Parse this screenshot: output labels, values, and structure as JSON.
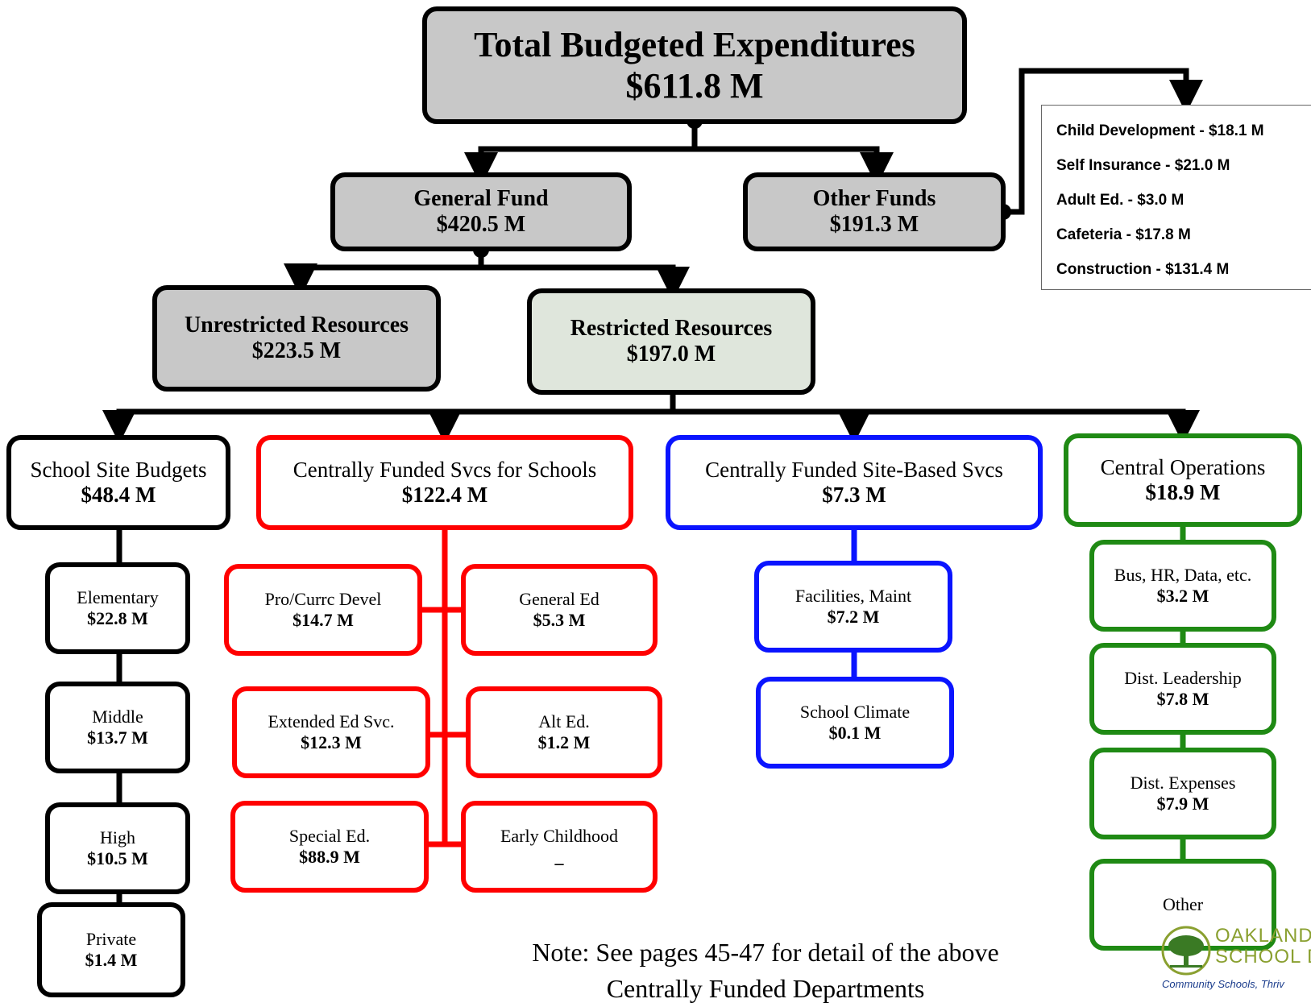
{
  "top": {
    "label": "Total Budgeted Expenditures",
    "amount": "$611.8 M"
  },
  "general_fund": {
    "label": "General Fund",
    "amount": "$420.5 M"
  },
  "other_funds": {
    "label": "Other Funds",
    "amount": "$191.3 M"
  },
  "other_funds_list": [
    "Child Development - $18.1 M",
    "Self Insurance - $21.0 M",
    "Adult Ed. - $3.0 M",
    "Cafeteria - $17.8 M",
    "Construction - $131.4 M"
  ],
  "unrestricted": {
    "label": "Unrestricted Resources",
    "amount": "$223.5 M"
  },
  "restricted": {
    "label": "Restricted Resources",
    "amount": "$197.0 M"
  },
  "school_site": {
    "label": "School Site Budgets",
    "amount": "$48.4 M",
    "items": [
      {
        "label": "Elementary",
        "amount": "$22.8 M"
      },
      {
        "label": "Middle",
        "amount": "$13.7 M"
      },
      {
        "label": "High",
        "amount": "$10.5 M"
      },
      {
        "label": "Private",
        "amount": "$1.4 M"
      }
    ]
  },
  "central_schools": {
    "label": "Centrally Funded Svcs for Schools",
    "amount": "$122.4 M",
    "items": [
      {
        "label": "Pro/Currc Devel",
        "amount": "$14.7 M"
      },
      {
        "label": "General Ed",
        "amount": "$5.3 M"
      },
      {
        "label": "Extended Ed Svc.",
        "amount": "$12.3 M"
      },
      {
        "label": "Alt Ed.",
        "amount": "$1.2 M"
      },
      {
        "label": "Special Ed.",
        "amount": "$88.9 M"
      },
      {
        "label": "Early Childhood",
        "amount": "_"
      }
    ]
  },
  "central_site": {
    "label": "Centrally Funded Site-Based Svcs",
    "amount": "$7.3 M",
    "items": [
      {
        "label": "Facilities, Maint",
        "amount": "$7.2 M"
      },
      {
        "label": "School Climate",
        "amount": "$0.1 M"
      }
    ]
  },
  "central_ops": {
    "label": "Central Operations",
    "amount": "$18.9 M",
    "items": [
      {
        "label": "Bus, HR, Data, etc.",
        "amount": "$3.2 M"
      },
      {
        "label": "Dist. Leadership",
        "amount": "$7.8 M"
      },
      {
        "label": "Dist. Expenses",
        "amount": "$7.9 M"
      },
      {
        "label": "Other",
        "amount": ""
      }
    ]
  },
  "note": {
    "line1": "Note: See pages 45-47 for detail of the above",
    "line2": "Centrally Funded Departments"
  },
  "logo": {
    "line1": "OAKLAND",
    "line2": "SCHOOL D",
    "tagline": "Community Schools, Thriv"
  },
  "colors": {
    "grey_fill": "#c8c8c8",
    "restricted_fill": "#dfe6dc",
    "red": "#ff0000",
    "blue": "#0a14ff",
    "green": "#1f8a14"
  }
}
